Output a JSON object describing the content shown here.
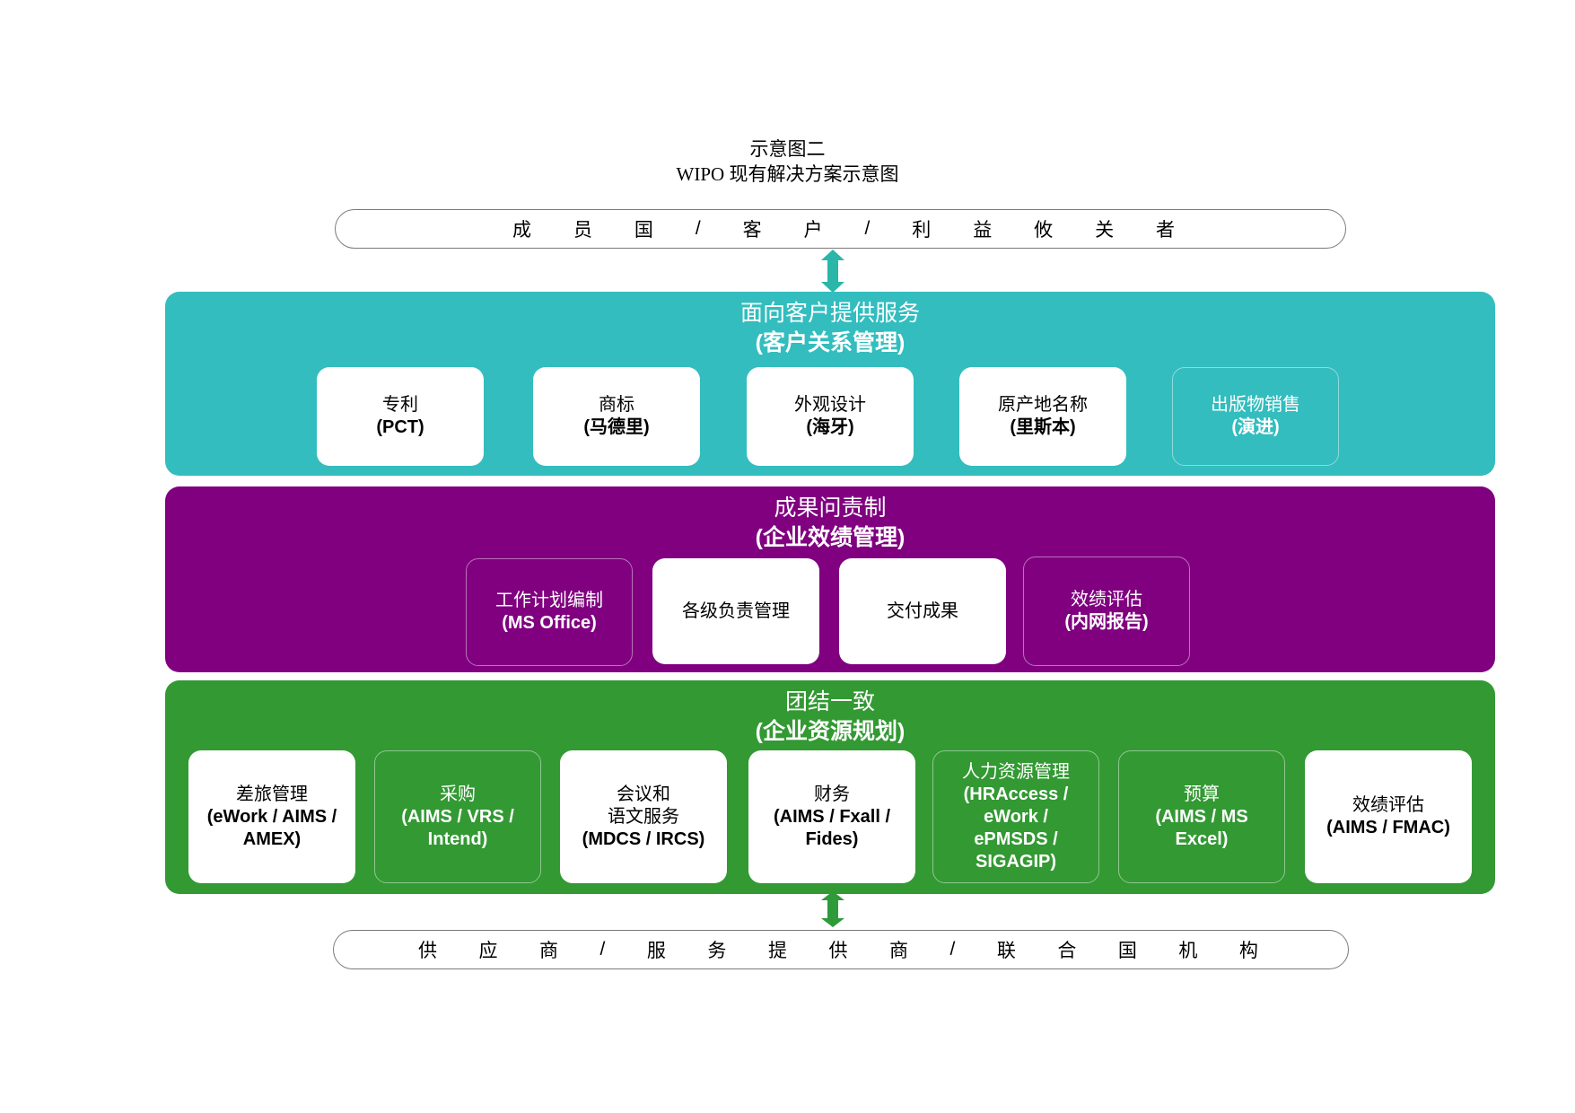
{
  "title": {
    "line1": "示意图二",
    "line2": "WIPO 现有解决方案示意图"
  },
  "top_bar": [
    "成",
    "员",
    "国",
    "/",
    "客",
    "户",
    "/",
    "利",
    "益",
    "攸",
    "关",
    "者"
  ],
  "bottom_bar": [
    "供",
    "应",
    "商",
    "/",
    "服",
    "务",
    "提",
    "供",
    "商",
    "/",
    "联",
    "合",
    "国",
    "机",
    "构"
  ],
  "colors": {
    "teal": "#33BDBE",
    "purple": "#800080",
    "green": "#339933",
    "arrow_teal": "#2AB6A9",
    "arrow_green": "#2E9A3A"
  },
  "layers": {
    "customer": {
      "title1": "面向客户提供服务",
      "title2": "(客户关系管理)",
      "boxes": [
        {
          "line1": "专利",
          "line2": "(PCT)"
        },
        {
          "line1": "商标",
          "line2": "(马德里)"
        },
        {
          "line1": "外观设计",
          "line2": "(海牙)"
        },
        {
          "line1": "原产地名称",
          "line2": "(里斯本)"
        },
        {
          "line1": "出版物销售",
          "line2": "(演进)"
        }
      ]
    },
    "accountability": {
      "title1": "成果问责制",
      "title2": "(企业效绩管理)",
      "boxes": [
        {
          "line1": "工作计划编制",
          "line2": "(MS Office)"
        },
        {
          "line1": "各级负责管理"
        },
        {
          "line1": "交付成果"
        },
        {
          "line1": "效绩评估",
          "line2": "(内网报告)"
        }
      ]
    },
    "erp": {
      "title1": "团结一致",
      "title2": "(企业资源规划)",
      "boxes": [
        {
          "line1": "差旅管理",
          "line2": "(eWork / AIMS /",
          "line3": "AMEX)"
        },
        {
          "line1": "采购",
          "line2": "(AIMS / VRS /",
          "line3": "Intend)"
        },
        {
          "line1": "会议和",
          "line2": "语文服务",
          "line3": "(MDCS / IRCS)"
        },
        {
          "line1": "财务",
          "line2": "(AIMS / Fxall /",
          "line3": "Fides)"
        },
        {
          "line1": "人力资源管理",
          "line2": "(HRAccess /",
          "line3": "eWork /",
          "line4": "ePMSDS /",
          "line5": "SIGAGIP)"
        },
        {
          "line1": "预算",
          "line2": "(AIMS / MS",
          "line3": "Excel)"
        },
        {
          "line1": "效绩评估",
          "line2": "(AIMS / FMAC)"
        }
      ]
    }
  }
}
